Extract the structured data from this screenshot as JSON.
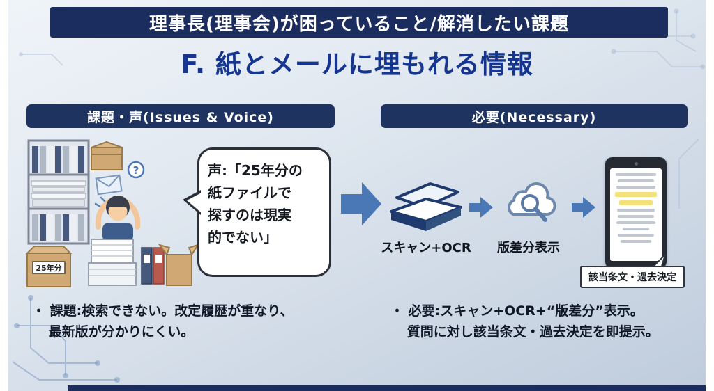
{
  "slide": {
    "title_bar": "理事長(理事会)が困っていること/解消したい課題",
    "subtitle": "F. 紙とメールに埋もれる情報"
  },
  "left_panel": {
    "header": "課題・声(Issues & Voice)",
    "illustration": {
      "box_label": "25年分",
      "question_mark": "?"
    },
    "speech_bubble": {
      "lines": [
        "声:「25年分の",
        "紙ファイルで",
        "探すのは現実",
        "的でない」"
      ]
    },
    "bullet": {
      "lines": [
        "・ 課題:検索できない。改定履歴が重なり、",
        "最新版が分かりにくい。"
      ]
    }
  },
  "right_panel": {
    "header": "必要(Necessary)",
    "steps": [
      {
        "icon": "scanner-icon",
        "label": "スキャン+OCR"
      },
      {
        "icon": "cloud-diff-search-icon",
        "label": "版差分表示"
      }
    ],
    "result_label": "該当条文・過去決定",
    "bullet": {
      "lines": [
        "・ 必要:スキャン+OCR+“版差分”表示。",
        "質問に対し該当条文・過去決定を即提示。"
      ]
    }
  },
  "colors": {
    "banner_navy": "#1b2d5e",
    "subtitle_blue": "#16358f",
    "arrow_blue": "#4a77b5",
    "highlight_yellow": "#f3e27a",
    "background_light": "#e2e9f1"
  }
}
